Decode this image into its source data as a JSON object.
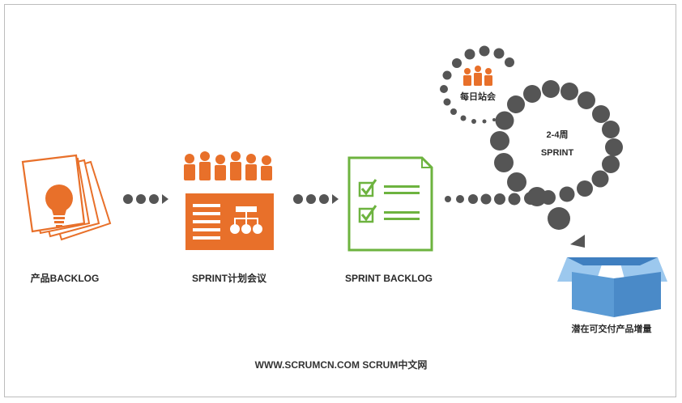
{
  "steps": {
    "product_backlog": "产品BACKLOG",
    "sprint_planning": "SPRINT计划会议",
    "sprint_backlog": "SPRINT BACKLOG",
    "daily_standup": "每日站会",
    "sprint_duration": "2-4周",
    "sprint": "SPRINT",
    "increment": "潜在可交付产品增量"
  },
  "footer": "WWW.SCRUMCN.COM SCRUM中文网",
  "colors": {
    "orange": "#e8702a",
    "green": "#6db33f",
    "dark": "#555555",
    "blue": "#5b9bd5"
  },
  "icons": [
    "lightbulb-icon",
    "team-icon",
    "org-chart-icon",
    "checklist-icon",
    "box-icon",
    "arrow-icon"
  ]
}
